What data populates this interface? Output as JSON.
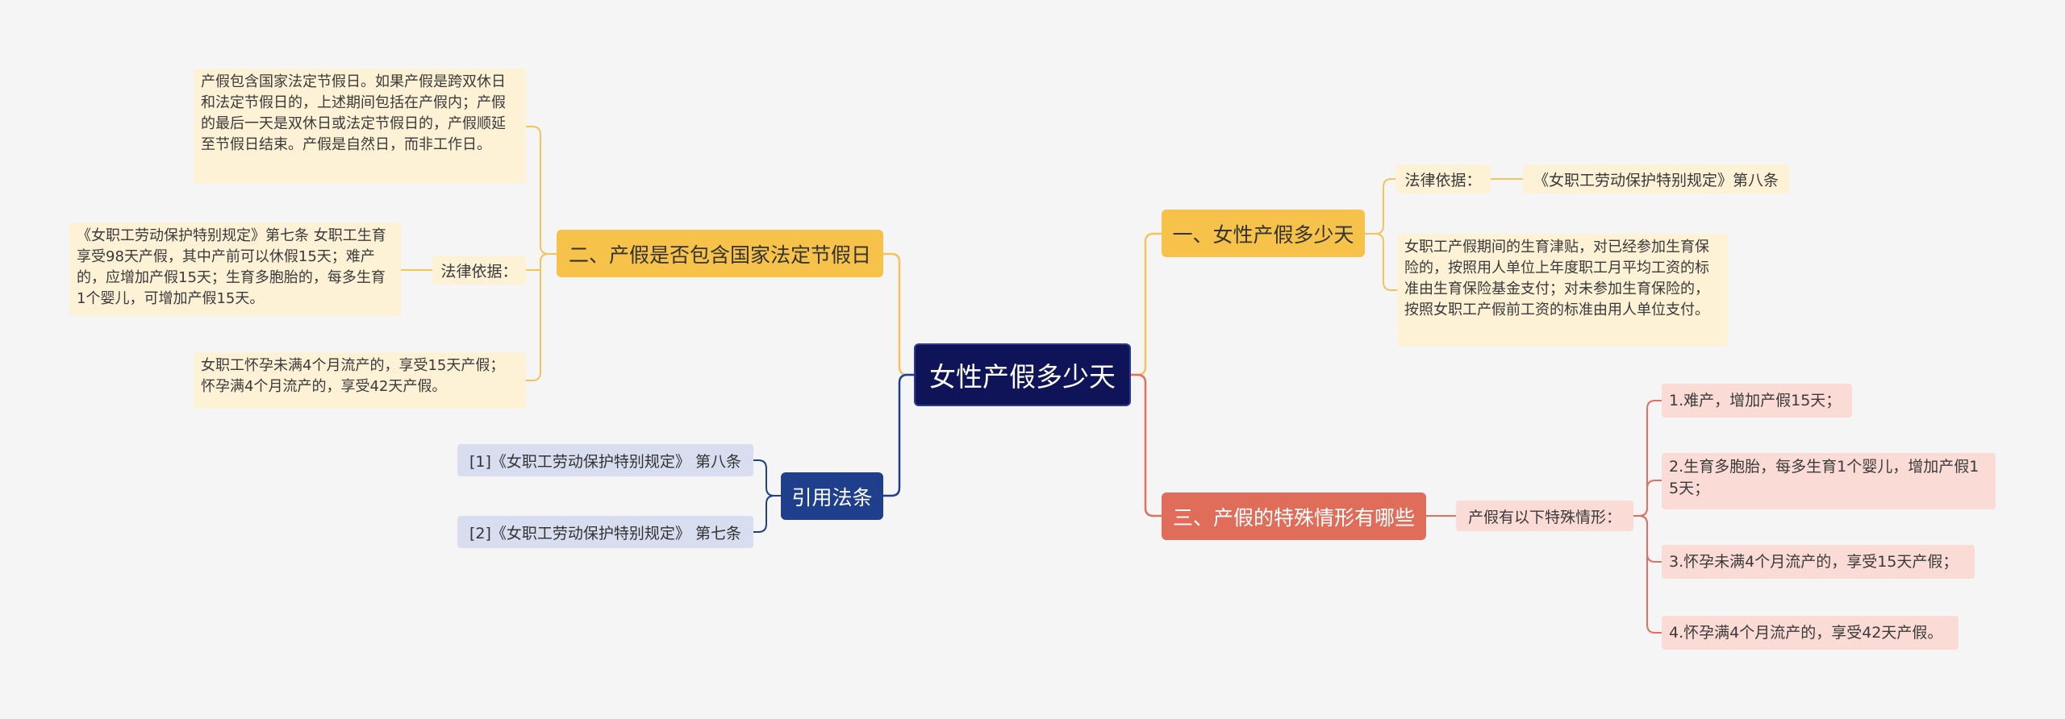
{
  "root": {
    "title": "女性产假多少天"
  },
  "branches": {
    "b1": {
      "title": "一、女性产假多少天",
      "legal_label": "法律依据：",
      "legal_value": "《女职工劳动保护特别规定》第八条",
      "detail": "女职工产假期间的生育津贴，对已经参加生育保险的，按照用人单位上年度职工月平均工资的标准由生育保险基金支付；对未参加生育保险的，按照女职工产假前工资的标准由用人单位支付。"
    },
    "b2": {
      "title": "二、产假是否包含国家法定节假日",
      "note_top": "产假包含国家法定节假日。如果产假是跨双休日和法定节假日的，上述期间包括在产假内；产假的最后一天是双休日或法定节假日的，产假顺延至节假日结束。产假是自然日，而非工作日。",
      "legal_label": "法律依据：",
      "legal_text": "《女职工劳动保护特别规定》第七条 女职工生育享受98天产假，其中产前可以休假15天；难产的，应增加产假15天；生育多胞胎的，每多生育1个婴儿，可增加产假15天。",
      "note_bottom": "女职工怀孕未满4个月流产的，享受15天产假；怀孕满4个月流产的，享受42天产假。"
    },
    "b3": {
      "title": "三、产假的特殊情形有哪些",
      "label": "产假有以下特殊情形：",
      "items": [
        "1.难产，增加产假15天；",
        "2.生育多胞胎，每多生育1个婴儿，增加产假15天；",
        "3.怀孕未满4个月流产的，享受15天产假；",
        "4.怀孕满4个月流产的，享受42天产假。"
      ]
    },
    "b4": {
      "title": "引用法条",
      "refs": [
        "[1]《女职工劳动保护特别规定》 第八条",
        "[2]《女职工劳动保护特别规定》 第七条"
      ]
    }
  },
  "colors": {
    "root": "#0f1458",
    "yellow": "#f7c24a",
    "red": "#e06c5a",
    "blue": "#1f3f8c",
    "yellow_line": "#f2c45c",
    "red_line": "#e07060",
    "blue_line": "#1f3f8c"
  }
}
